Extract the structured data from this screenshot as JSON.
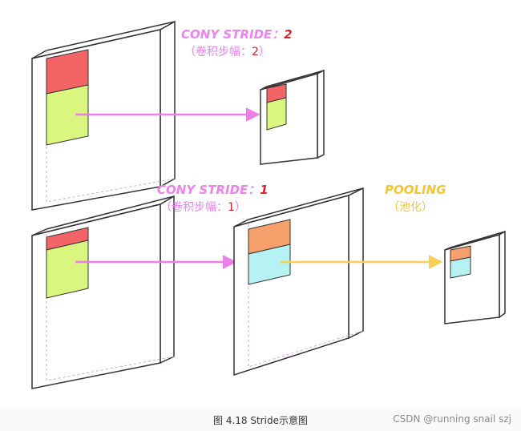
{
  "labels": {
    "stride2_title": {
      "prefix": "CONY STRIDE：",
      "value": "2"
    },
    "stride2_sub": {
      "open": "（卷积步幅：",
      "value": "2",
      "close": "）"
    },
    "stride1_title": {
      "prefix": "CONY STRIDE：",
      "value": "1"
    },
    "stride1_sub": {
      "open": "（卷积步幅：",
      "value": "1",
      "close": "）"
    },
    "pooling_title": "POOLING",
    "pooling_sub": "（池化）"
  },
  "caption": "图 4.18 Stride示意图",
  "watermark": "CSDN @running snail szj",
  "colors": {
    "pink_label": "#ee82ee",
    "red_value": "#e0202a",
    "yellow_label": "#f5c433",
    "red_fill": "#f26466",
    "green_fill": "#d9f77e",
    "orange_fill": "#f8a06b",
    "cyan_fill": "#b6f1f4",
    "pink_arrow": "#ee7fe8",
    "yellow_arrow": "#f9cf54"
  }
}
